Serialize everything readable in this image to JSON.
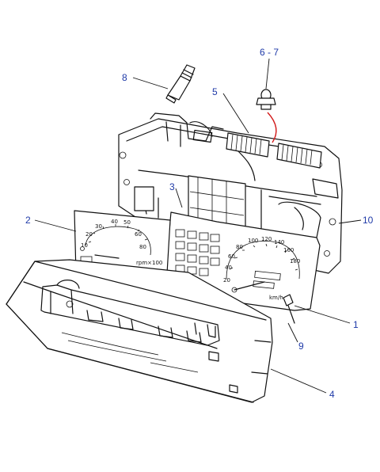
{
  "callouts": [
    {
      "id": "1",
      "label": "1"
    },
    {
      "id": "2",
      "label": "2"
    },
    {
      "id": "3",
      "label": "3"
    },
    {
      "id": "4",
      "label": "4"
    },
    {
      "id": "5",
      "label": "5"
    },
    {
      "id": "6-7",
      "label": "6 - 7"
    },
    {
      "id": "8",
      "label": "8"
    },
    {
      "id": "9",
      "label": "9"
    },
    {
      "id": "10",
      "label": "10"
    }
  ],
  "tach_dial": {
    "ticks": [
      "10",
      "20",
      "30",
      "40",
      "50",
      "60",
      "80"
    ],
    "unit": "rpm×100"
  },
  "speedo_dial": {
    "ticks": [
      "20",
      "40",
      "60",
      "80",
      "100",
      "120",
      "140",
      "160",
      "180"
    ],
    "unit": "km/h"
  },
  "colors": {
    "callout_text": "#1f3aa8",
    "line_art": "#111111",
    "highlight_wire": "#d21a1a"
  }
}
